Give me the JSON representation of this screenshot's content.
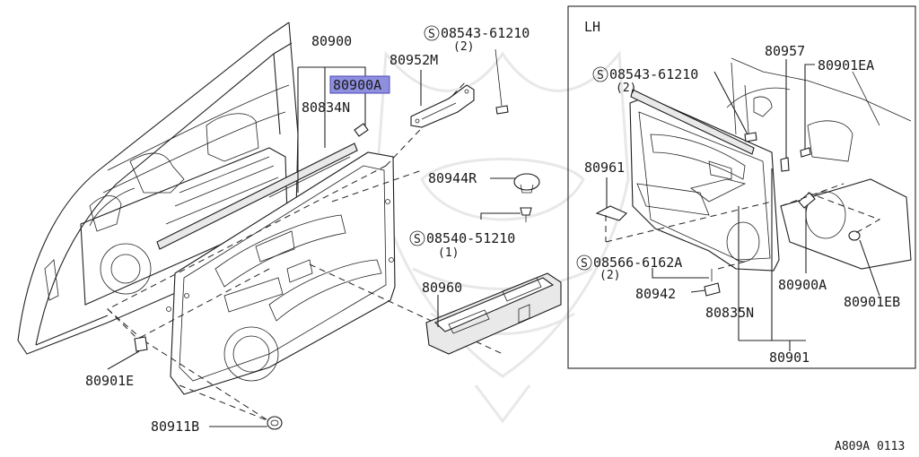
{
  "diagram": {
    "figure_ref": "A809A 0113",
    "inset": {
      "title": "LH"
    },
    "colors": {
      "line": "#222222",
      "highlight": "#8f8fe0",
      "watermark": "#e8e8e8"
    },
    "parts": {
      "p80900": "80900",
      "p80900A": "80900A",
      "p80834N": "80834N",
      "p80952M": "80952M",
      "screw1": {
        "symbol": "S",
        "number": "08543-61210",
        "qty": "(2)"
      },
      "p80944R": "80944R",
      "screw2": {
        "symbol": "S",
        "number": "08540-51210",
        "qty": "(1)"
      },
      "p80960": "80960",
      "p80901E": "80901E",
      "p80911B": "80911B"
    },
    "lh_parts": {
      "screw1": {
        "symbol": "S",
        "number": "08543-61210",
        "qty": "(2)"
      },
      "p80957": "80957",
      "p80901EA": "80901EA",
      "p80961": "80961",
      "screw3": {
        "symbol": "S",
        "number": "08566-6162A",
        "qty": "(2)"
      },
      "p80942": "80942",
      "p80835N": "80835N",
      "p80900A": "80900A",
      "p80901EB": "80901EB",
      "p80901": "80901"
    }
  }
}
